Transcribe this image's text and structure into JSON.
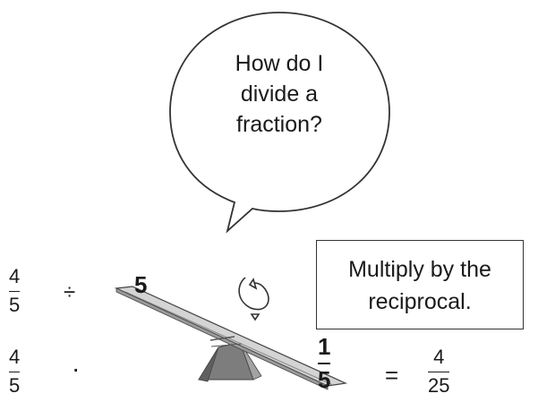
{
  "speech_bubble": {
    "lines": [
      "How do I",
      "divide a",
      "fraction?"
    ]
  },
  "tip_box": {
    "lines": [
      "Multiply by the",
      "reciprocal."
    ]
  },
  "row_divide": {
    "fraction": {
      "numerator": "4",
      "denominator": "5"
    },
    "operator": "÷",
    "divisor": "5"
  },
  "row_multiply": {
    "fraction": {
      "numerator": "4",
      "denominator": "5"
    },
    "operator": "·",
    "reciprocal": {
      "numerator": "1",
      "denominator": "5"
    },
    "equals": "=",
    "result": {
      "numerator": "4",
      "denominator": "25"
    }
  },
  "icons": {
    "flip_arrow": "rotate-arrow-icon",
    "seesaw": "seesaw-icon"
  },
  "colors": {
    "ink": "#1a1a1a",
    "seesaw_board": "#d4d4d4",
    "seesaw_fulcrum": "#7d7d7d"
  }
}
